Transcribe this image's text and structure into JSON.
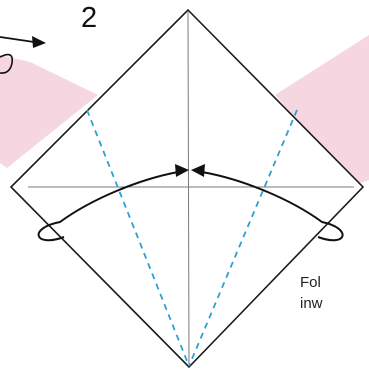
{
  "step": {
    "number": "2"
  },
  "instruction": {
    "line1": "Fol",
    "line2": "inw"
  },
  "colors": {
    "paper_stroke": "#1a1a1a",
    "crease_guide": "#7a7a7a",
    "valley_fold": "#2f9fd0",
    "shadow": "#f6d6e0",
    "arrow": "#111111"
  },
  "icons": {
    "turn_over": "turn-over-arrow-icon",
    "fold_arrows": "fold-toward-center-arrow-icon"
  }
}
